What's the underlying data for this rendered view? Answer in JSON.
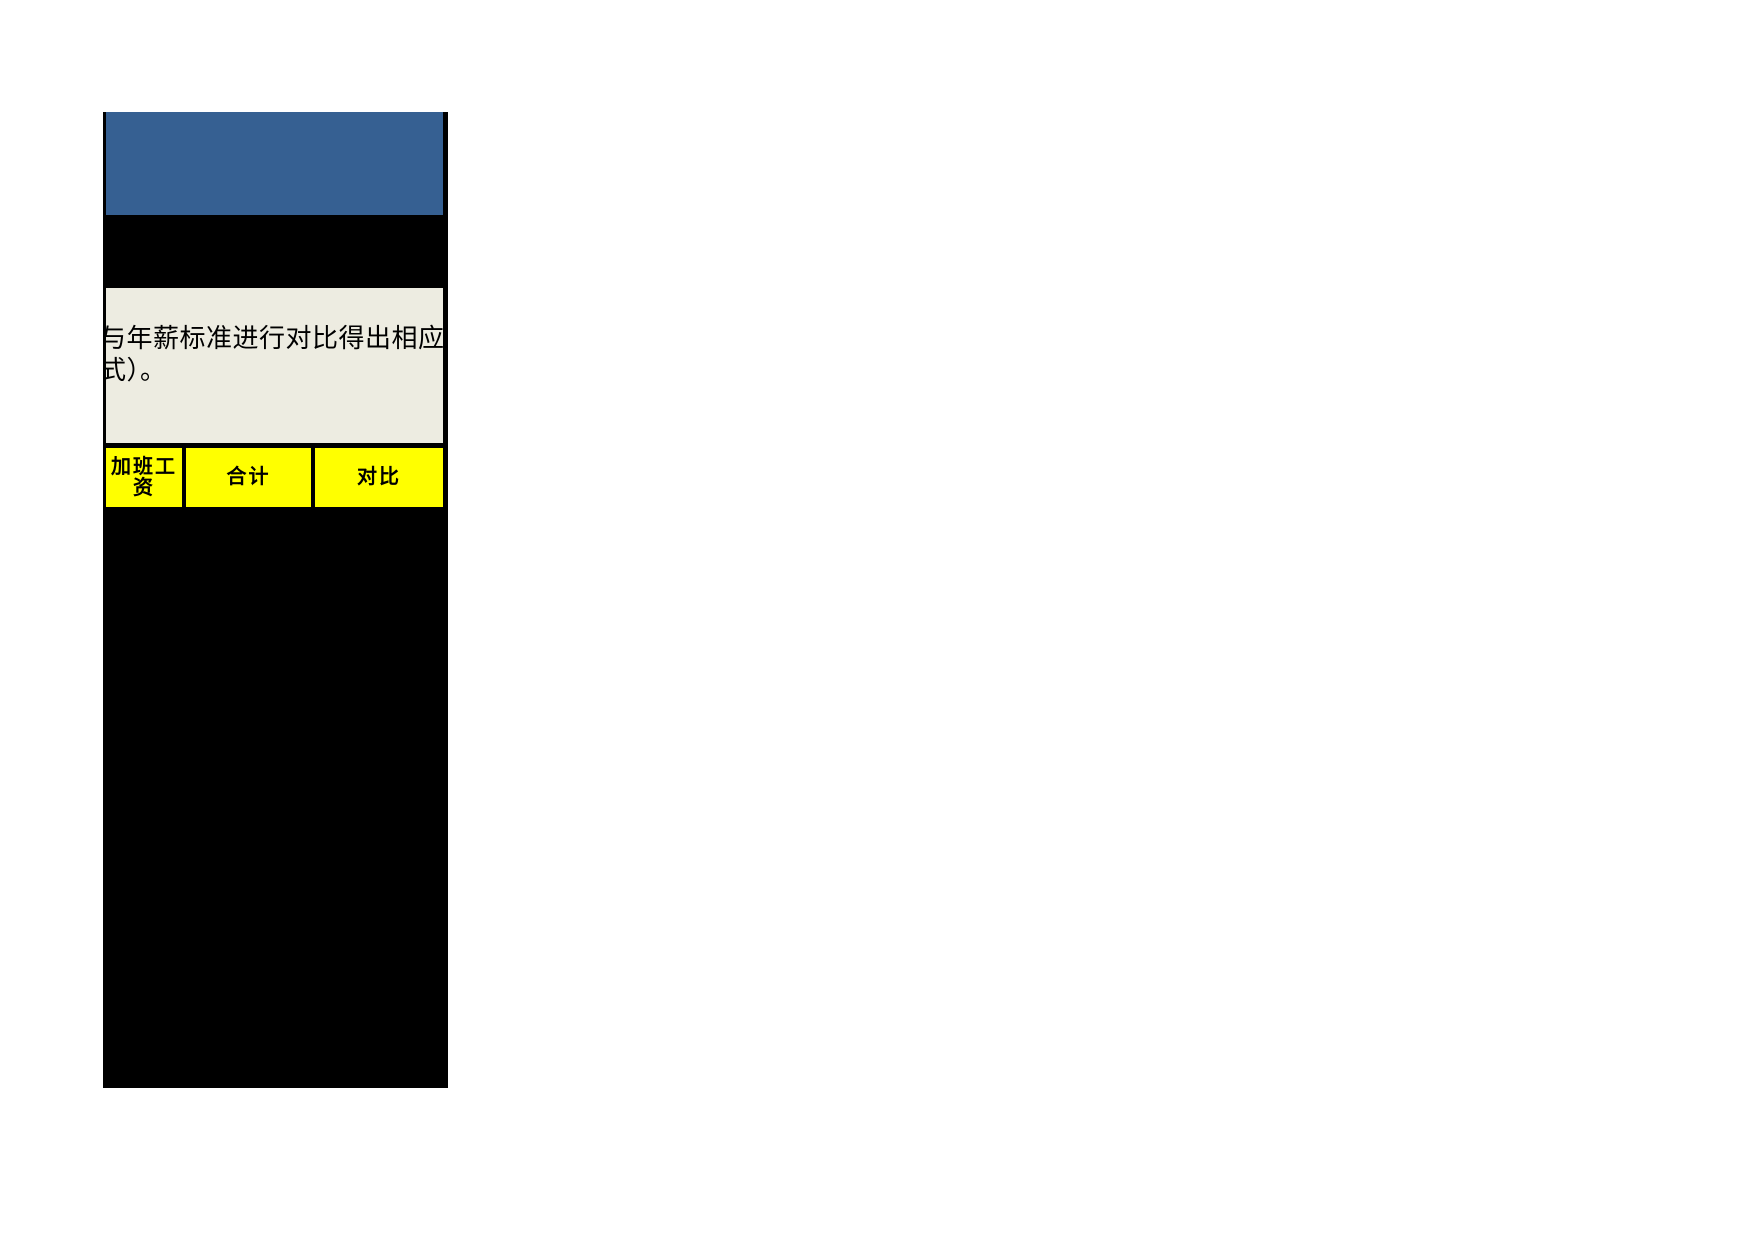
{
  "colors": {
    "page_background": "#FFFFFF",
    "title_bar": "#366092",
    "band": "#000000",
    "note_background": "#EDECE1",
    "header_background": "#FFFF00",
    "border": "#000000"
  },
  "note": {
    "lines": [
      "与年薪标准进行对比得出相应",
      "式）。"
    ]
  },
  "table": {
    "headers": [
      "加班工资",
      "合计",
      "对比"
    ]
  }
}
